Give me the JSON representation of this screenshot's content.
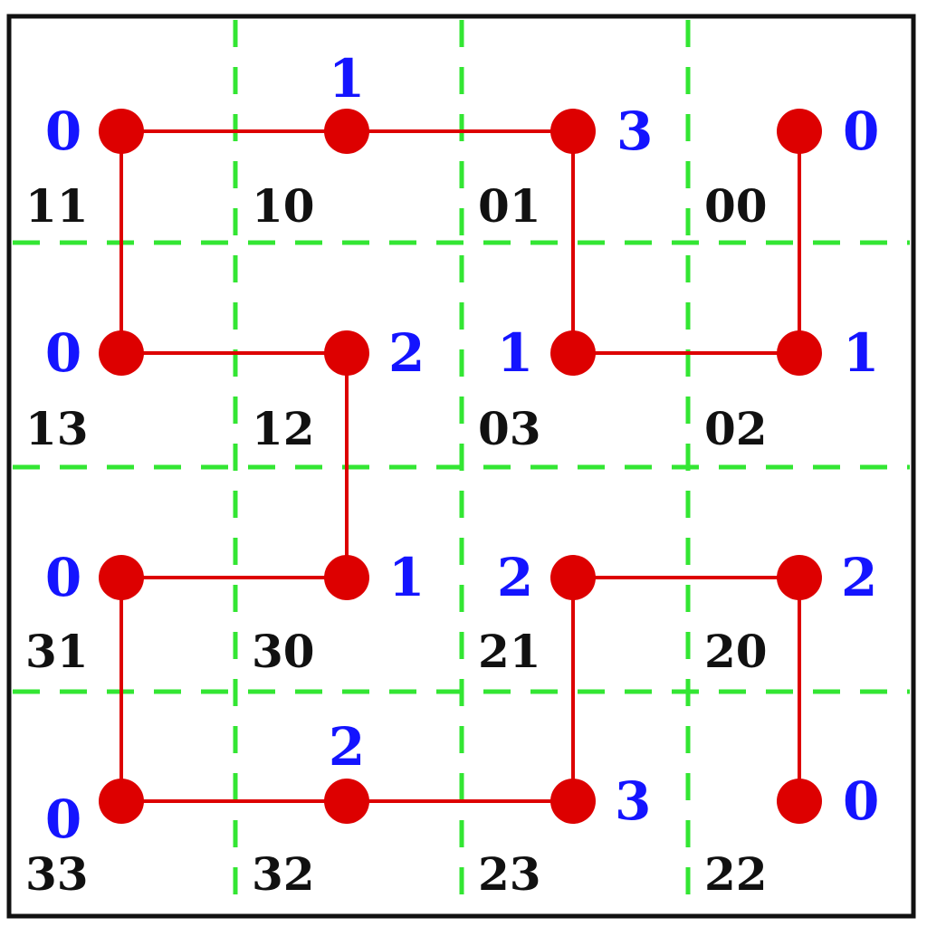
{
  "colors": {
    "frame": "#111111",
    "grid": "#33e633",
    "path": "#dd0000",
    "vertex": "#dd0000",
    "vertex_label": "#1414ff",
    "cell_code": "#111111",
    "background": "#ffffff"
  },
  "grid": {
    "rows": 4,
    "cols": 4
  },
  "cells": [
    {
      "row": 0,
      "col": 0,
      "code": "11",
      "label": "0"
    },
    {
      "row": 0,
      "col": 1,
      "code": "10",
      "label": "1"
    },
    {
      "row": 0,
      "col": 2,
      "code": "01",
      "label": "3"
    },
    {
      "row": 0,
      "col": 3,
      "code": "00",
      "label": "0"
    },
    {
      "row": 1,
      "col": 0,
      "code": "13",
      "label": "0"
    },
    {
      "row": 1,
      "col": 1,
      "code": "12",
      "label": "2"
    },
    {
      "row": 1,
      "col": 2,
      "code": "03",
      "label": "1"
    },
    {
      "row": 1,
      "col": 3,
      "code": "02",
      "label": "1"
    },
    {
      "row": 2,
      "col": 0,
      "code": "31",
      "label": "0"
    },
    {
      "row": 2,
      "col": 1,
      "code": "30",
      "label": "1"
    },
    {
      "row": 2,
      "col": 2,
      "code": "21",
      "label": "2"
    },
    {
      "row": 2,
      "col": 3,
      "code": "20",
      "label": "2"
    },
    {
      "row": 3,
      "col": 0,
      "code": "33",
      "label": "0"
    },
    {
      "row": 3,
      "col": 1,
      "code": "32",
      "label": "2"
    },
    {
      "row": 3,
      "col": 2,
      "code": "23",
      "label": "3"
    },
    {
      "row": 3,
      "col": 3,
      "code": "22",
      "label": "0"
    }
  ],
  "path_order": [
    "00",
    "02",
    "03",
    "01",
    "10",
    "11",
    "13",
    "12",
    "30",
    "31",
    "33",
    "32",
    "23",
    "21",
    "20",
    "22"
  ]
}
